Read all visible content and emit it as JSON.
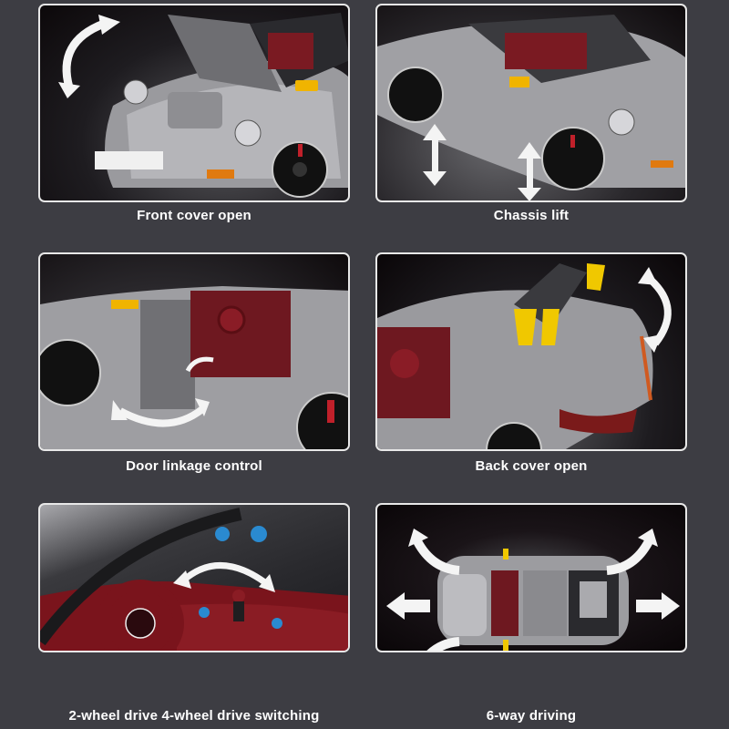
{
  "page": {
    "background_color": "#3d3d43",
    "panel_border_color": "#e8e8e8"
  },
  "features": [
    {
      "caption": "Front cover open",
      "icon": "curved-double-arrow-icon"
    },
    {
      "caption": "Chassis lift",
      "icon": "vertical-double-arrow-icon"
    },
    {
      "caption": "Door linkage control",
      "icon": "curved-double-arrow-icon"
    },
    {
      "caption": "Back cover open",
      "icon": "curved-double-arrow-icon"
    },
    {
      "caption": "2-wheel drive 4-wheel drive switching",
      "icon": "curved-double-arrow-icon"
    },
    {
      "caption": "6-way driving",
      "icon": "six-direction-arrows-icon"
    }
  ]
}
